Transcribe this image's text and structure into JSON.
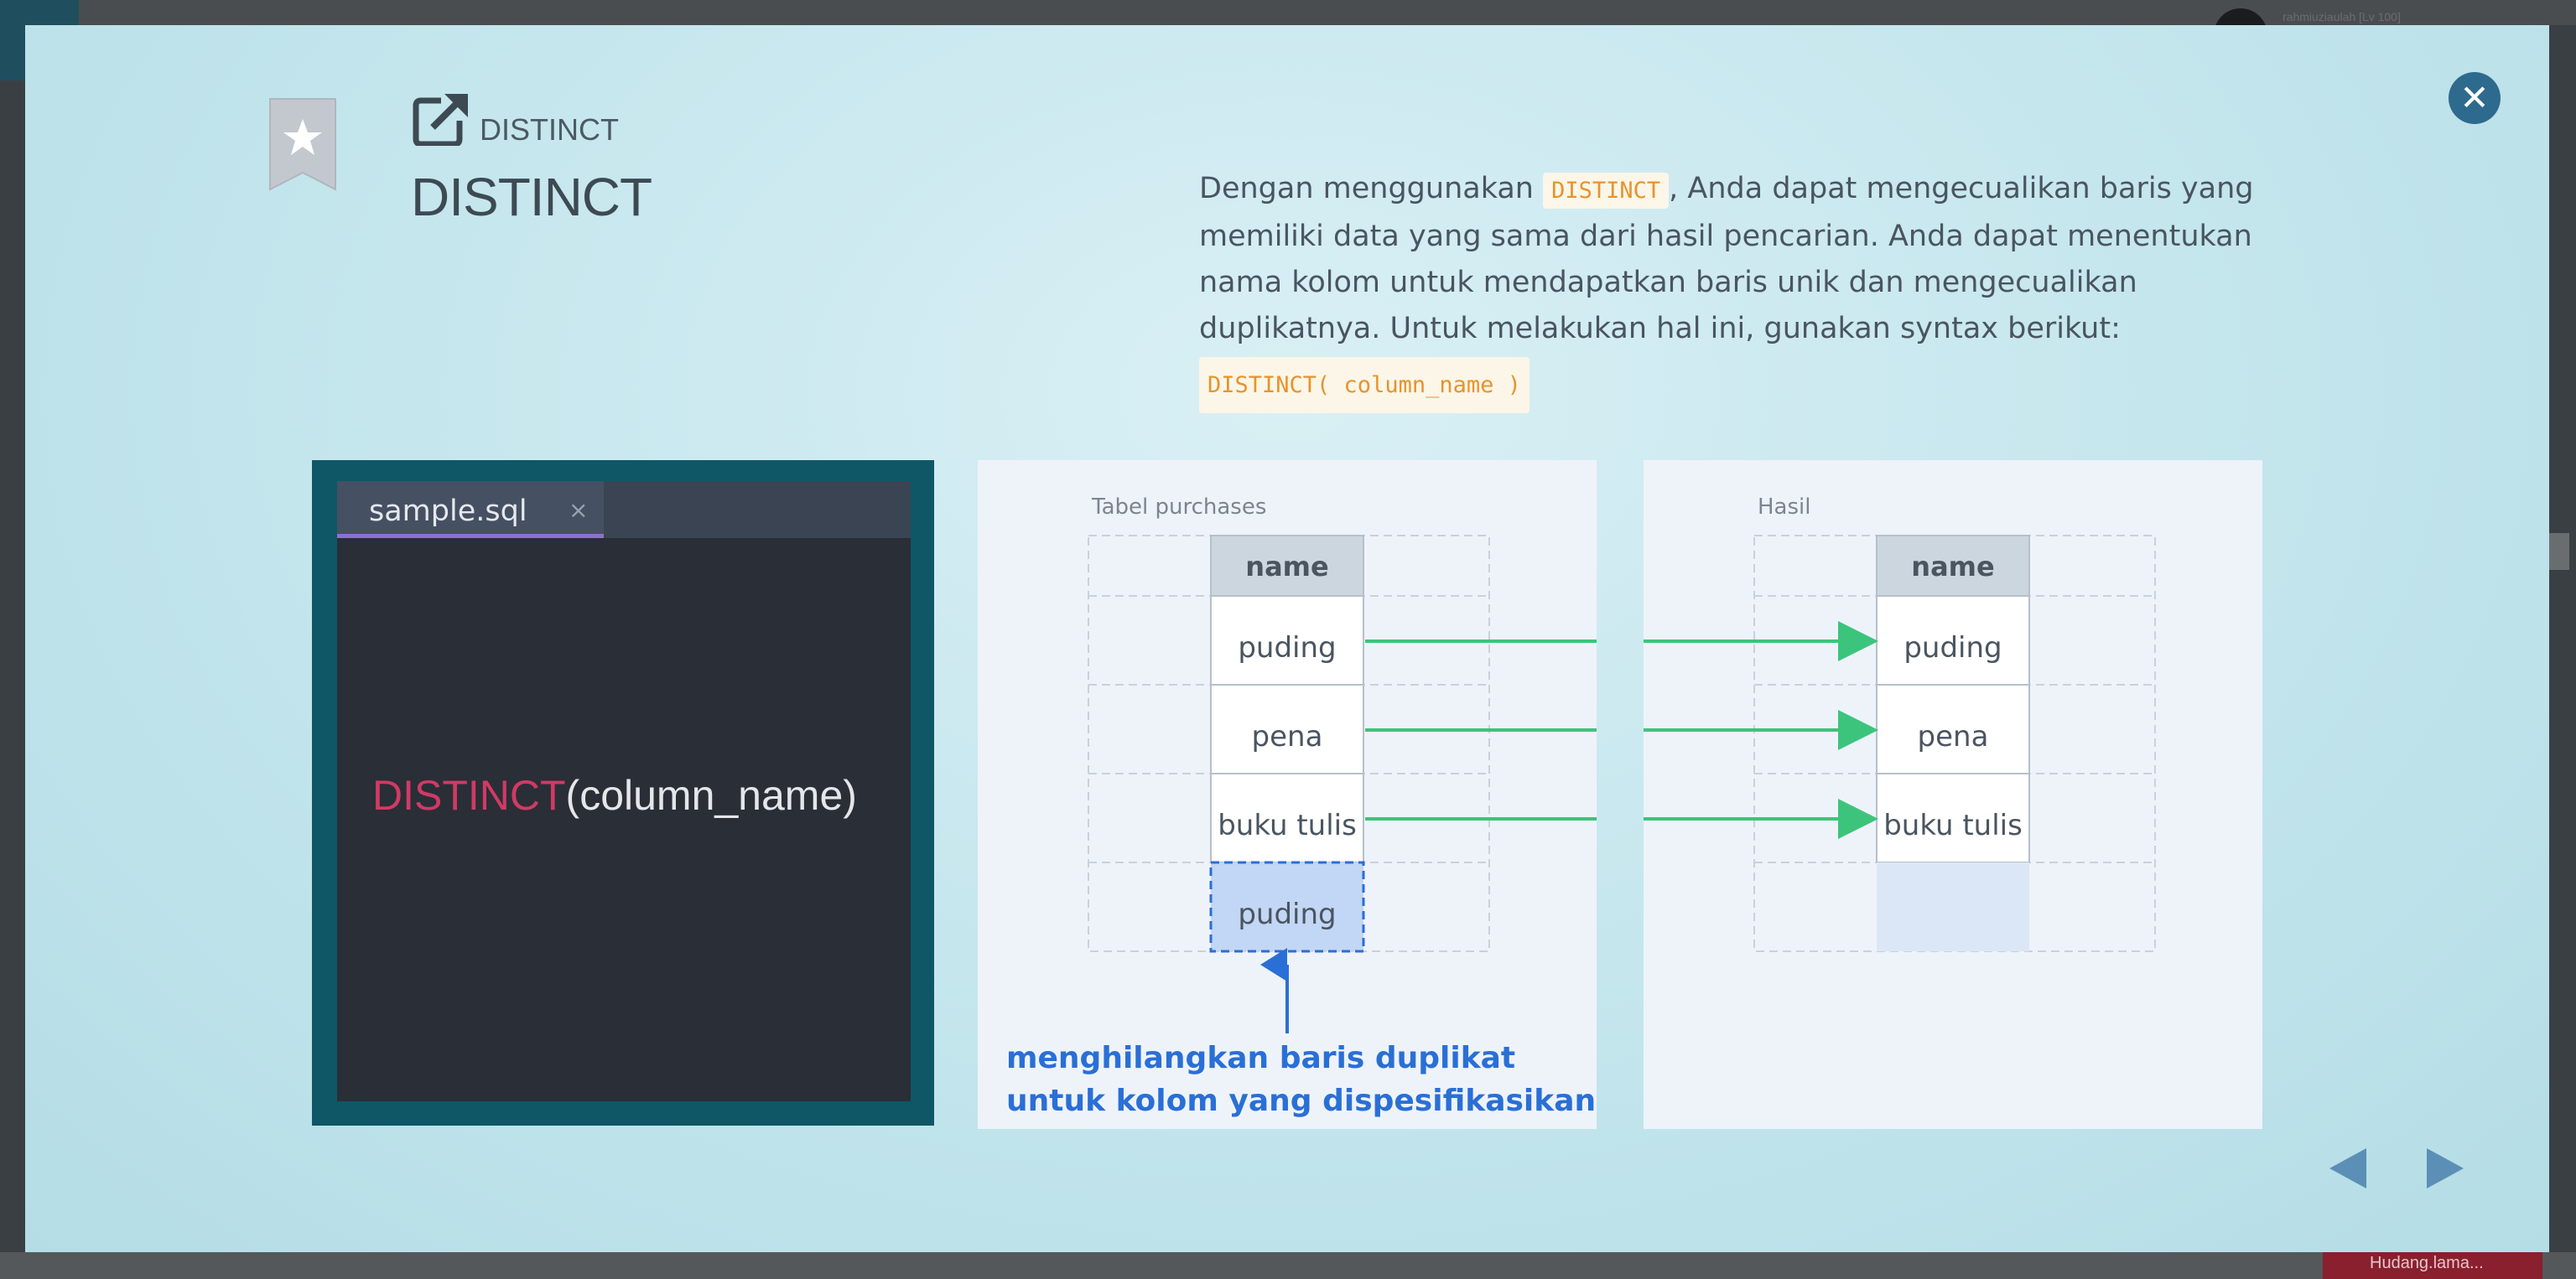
{
  "background_page": {
    "username": "rahmiuziaulah [Lv 100]",
    "bottom_button_label": "Hudang.lama..."
  },
  "modal": {
    "close_icon": "close-icon",
    "bookmark_icon": "bookmark-star-icon",
    "header_icon": "external-link-icon",
    "header_small": "DISTINCT",
    "header_title": "DISTINCT",
    "description": {
      "part1": "Dengan menggunakan ",
      "code1": "DISTINCT",
      "part2": ", Anda dapat mengecualikan baris yang memiliki data yang sama dari hasil pencarian. Anda dapat menentukan nama kolom untuk mendapatkan baris unik dan mengecualikan duplikatnya. Untuk melakukan hal ini, gunakan syntax berikut:",
      "code2": "DISTINCT( column_name )"
    },
    "editor": {
      "tab_name": "sample.sql",
      "tab_close": "×",
      "code_keyword": "DISTINCT",
      "code_rest": "(column_name)"
    },
    "table_left": {
      "caption": "Tabel purchases",
      "header": "name",
      "rows": [
        "puding",
        "pena",
        "buku tulis",
        "puding"
      ]
    },
    "table_right": {
      "caption": "Hasil",
      "header": "name",
      "rows": [
        "puding",
        "pena",
        "buku tulis"
      ]
    },
    "annotation": {
      "line1": "menghilangkan baris duplikat",
      "line2": "untuk kolom yang dispesifikasikan"
    },
    "colors": {
      "arrow_green": "#3cc47c",
      "annotation_blue": "#2a6fd6",
      "duplicate_fill": "#c2d6f5",
      "keyword_red": "#d03a64",
      "inline_code": "#e8932a"
    },
    "nav": {
      "prev_icon": "arrow-left-icon",
      "next_icon": "arrow-right-icon"
    }
  }
}
